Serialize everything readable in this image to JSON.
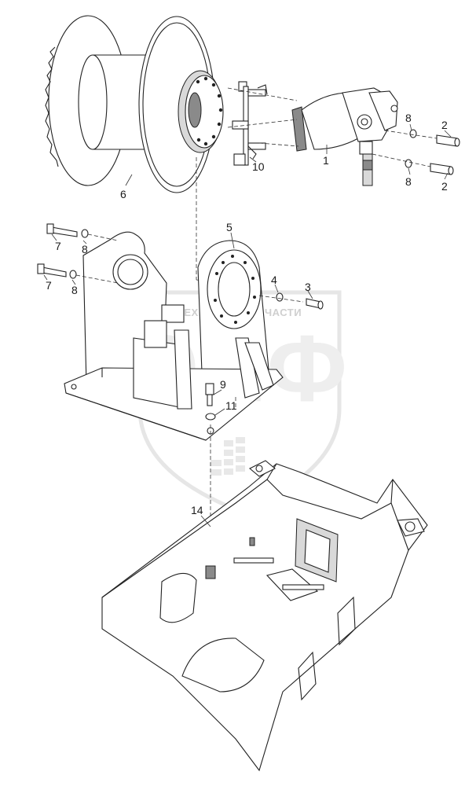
{
  "watermark": {
    "top_text": "ТЕХНИКА И ЗАПЧАСТИ",
    "logo_text": "ЭПФ"
  },
  "callouts": {
    "c1": "1",
    "c2a": "2",
    "c2b": "2",
    "c3": "3",
    "c4": "4",
    "c5": "5",
    "c6": "6",
    "c7a": "7",
    "c7b": "7",
    "c8a": "8",
    "c8b": "8",
    "c8c": "8",
    "c8d": "8",
    "c9": "9",
    "c10": "10",
    "c11": "11",
    "c14": "14"
  }
}
